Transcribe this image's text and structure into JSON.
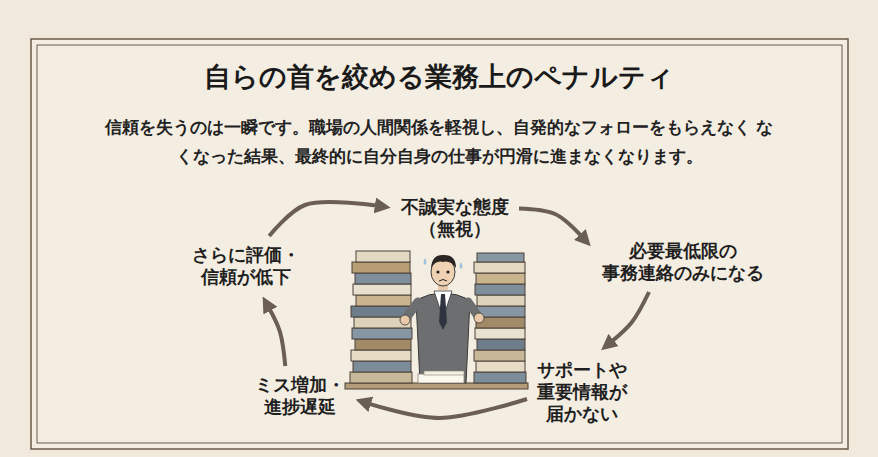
{
  "diagram": {
    "title": "自らの首を絞める業務上のペナルティ",
    "nodes": [
      {
        "text": [
          "不誠実な態度 （無視）"
        ]
      },
      {
        "text": [
          "必要最低限の 事務連絡のみになる"
        ]
      },
      {
        "text": [
          "サポートや 重要情報が 届かない"
        ]
      },
      {
        "text": [
          "ミス増加・ 進捗遅延"
        ]
      },
      {
        "text": [
          "さらに評価・ 信頼が低下"
        ]
      }
    ],
    "edges": [
      {
        "from": 0,
        "to": 1,
        "arrow": "to"
      },
      {
        "from": 1,
        "to": 2,
        "arrow": "to"
      },
      {
        "from": 2,
        "to": 3,
        "arrow": "to"
      },
      {
        "from": 3,
        "to": 4,
        "arrow": "to"
      },
      {
        "from": 4,
        "to": 0,
        "arrow": "to"
      }
    ],
    "labels": [
      "信頼を失うのは一瞬です。職場の人間関係を軽視し、自発的なフォローをもらえなく なくなった結果、最終的に自分自身の仕事が円滑に進まなくなります。"
    ]
  }
}
